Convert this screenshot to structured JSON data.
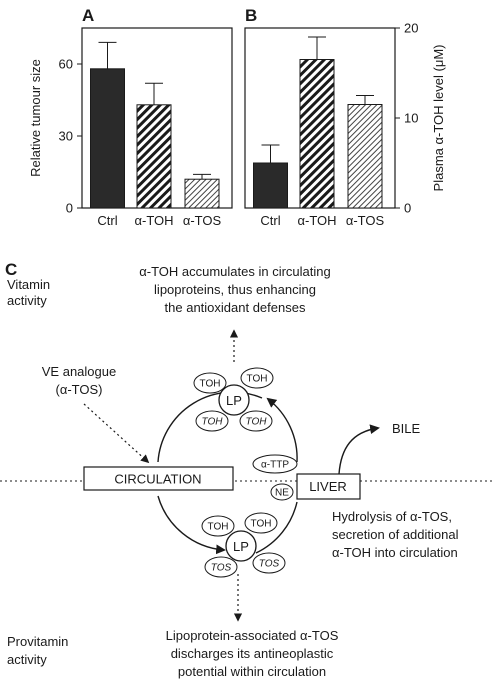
{
  "panels": {
    "a": "A",
    "b": "B",
    "c": "C"
  },
  "chart_data": [
    {
      "type": "bar",
      "panel": "A",
      "categories": [
        "Ctrl",
        "α-TOH",
        "α-TOS"
      ],
      "values": [
        58,
        43,
        12
      ],
      "errors": [
        11,
        9,
        2
      ],
      "ylabel": "Relative tumour size",
      "ylim": [
        0,
        75
      ],
      "yticks": [
        "0",
        "30",
        "60"
      ],
      "yticks_values": [
        0,
        30,
        60
      ],
      "fills": [
        "solid",
        "dense-hatch",
        "light-hatch"
      ],
      "grid": false
    },
    {
      "type": "bar",
      "panel": "B",
      "categories": [
        "Ctrl",
        "α-TOH",
        "α-TOS"
      ],
      "values": [
        5,
        16.5,
        11.5
      ],
      "errors": [
        2,
        2.5,
        1
      ],
      "ylabel": "Plasma α-TOH level (μM)",
      "ylim": [
        0,
        20
      ],
      "yticks": [
        "0",
        "10",
        "20"
      ],
      "yticks_values": [
        0,
        10,
        20
      ],
      "yaxis_side": "right",
      "fills": [
        "solid",
        "dense-hatch",
        "light-hatch"
      ],
      "grid": false
    }
  ],
  "diagram": {
    "vitamin_label": [
      "Vitamin",
      "activity"
    ],
    "provitamin_label": [
      "Provitamin",
      "activity"
    ],
    "top_text": [
      "α-TOH accumulates in circulating",
      "lipoproteins, thus enhancing",
      "the antioxidant defenses"
    ],
    "ve_analogue": [
      "VE analogue",
      "(α-TOS)"
    ],
    "circulation": "CIRCULATION",
    "liver": "LIVER",
    "bile": "BILE",
    "lp": "LP",
    "toh": "TOH",
    "tos": "TOS",
    "a_ttp": "α-TTP",
    "ne": "NE",
    "hydrolysis_text": [
      "Hydrolysis of α-TOS,",
      "secretion of additional",
      "α-TOH into circulation"
    ],
    "bottom_text": [
      "Lipoprotein-associated α-TOS",
      "discharges its antineoplastic",
      "potential within circulation"
    ]
  }
}
